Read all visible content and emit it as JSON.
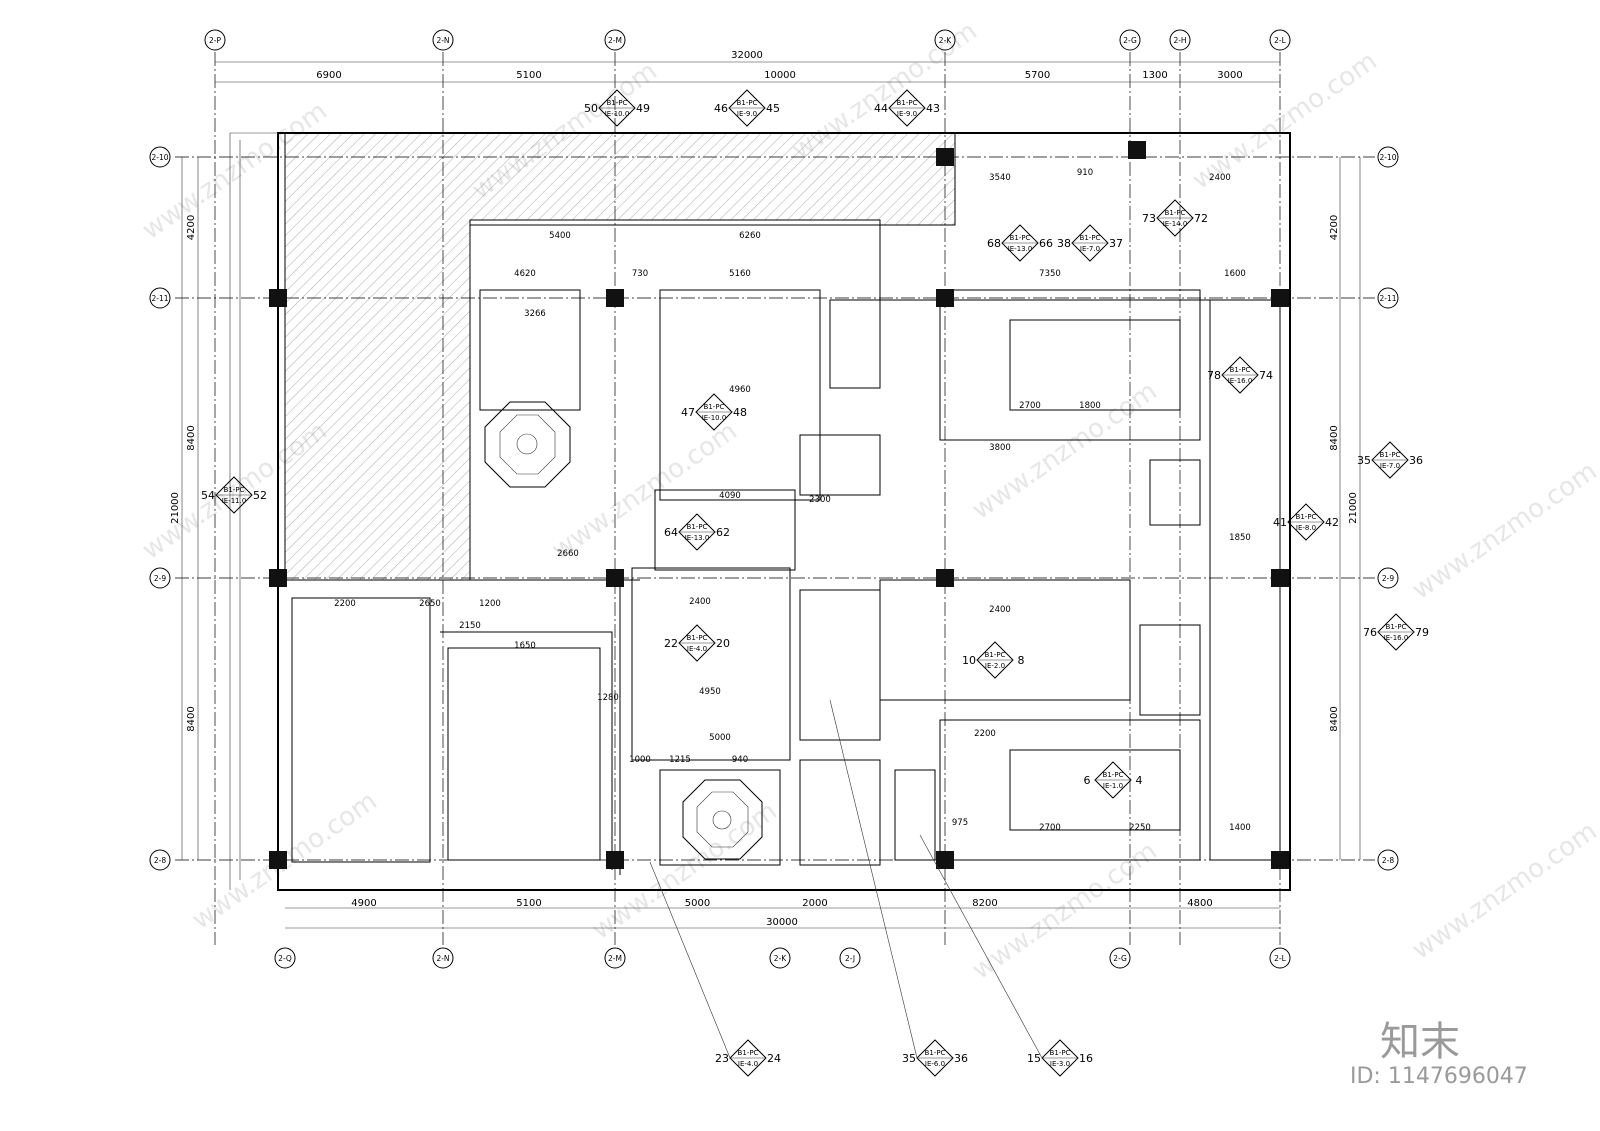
{
  "drawing": {
    "grid_top": [
      "2-P",
      "2-N",
      "2-M",
      "2-K",
      "2-G",
      "2-H",
      "2-L"
    ],
    "grid_bottom": [
      "2-Q",
      "2-N",
      "2-M",
      "2-K",
      "2-J",
      "2-G",
      "2-L"
    ],
    "grid_left": [
      "2-10",
      "2-11",
      "2-9",
      "2-8"
    ],
    "top_total": "32000",
    "top_dims": [
      "6900",
      "5100",
      "10000",
      "5700",
      "1300",
      "3000"
    ],
    "bottom_total": "30000",
    "bottom_dims": [
      "4900",
      "5100",
      "5000",
      "2000",
      "8200",
      "4800"
    ],
    "left_total": "21000",
    "left_dims": [
      "4200",
      "8400",
      "8400"
    ],
    "right_total": "21000",
    "right_dims": [
      "4200",
      "8400",
      "8400"
    ],
    "interior_dims": [
      "5400",
      "6260",
      "4620",
      "5160",
      "730",
      "3266",
      "4960",
      "4090",
      "2300",
      "2660",
      "2200",
      "2650",
      "1200",
      "2150",
      "1650",
      "2400",
      "4950",
      "1280",
      "1000",
      "1215",
      "940",
      "5000",
      "7350",
      "2700",
      "1800",
      "3800",
      "2400",
      "2200",
      "975",
      "3540",
      "2400",
      "1600",
      "1850",
      "1400",
      "2700",
      "2250",
      "910"
    ]
  },
  "ref_tags": [
    {
      "a": "50",
      "b": "49",
      "l1": "B1-PC",
      "l2": "IE-10.0"
    },
    {
      "a": "46",
      "b": "45",
      "l1": "B1-PC",
      "l2": "IE-9.0"
    },
    {
      "a": "44",
      "b": "43",
      "l1": "B1-PC",
      "l2": "IE-9.0"
    },
    {
      "a": "68",
      "b": "66",
      "l1": "B1-PC",
      "l2": "IE-13.0"
    },
    {
      "a": "38",
      "b": "37",
      "l1": "B1-PC",
      "l2": "IE-7.0"
    },
    {
      "a": "73",
      "b": "72",
      "l1": "B1-PC",
      "l2": "IE-14.0"
    },
    {
      "a": "54",
      "b": "52",
      "l1": "B1-PC",
      "l2": "IE-11.0"
    },
    {
      "a": "47",
      "b": "48",
      "l1": "B1-PC",
      "l2": "IE-10.0"
    },
    {
      "a": "64",
      "b": "62",
      "l1": "B1-PC",
      "l2": "IE-13.0"
    },
    {
      "a": "22",
      "b": "20",
      "l1": "B1-PC",
      "l2": "IE-4.0"
    },
    {
      "a": "10",
      "b": "8",
      "l1": "B1-PC",
      "l2": "IE-2.0"
    },
    {
      "a": "6",
      "b": "4",
      "l1": "B1-PC",
      "l2": "IE-1.0"
    },
    {
      "a": "78",
      "b": "74",
      "l1": "B1-PC",
      "l2": "IE-16.0"
    },
    {
      "a": "35",
      "b": "36",
      "l1": "B1-PC",
      "l2": "IE-7.0"
    },
    {
      "a": "41",
      "b": "42",
      "l1": "B1-PC",
      "l2": "IE-8.0"
    },
    {
      "a": "76",
      "b": "79",
      "l1": "B1-PC",
      "l2": "IE-16.0"
    },
    {
      "a": "23",
      "b": "24",
      "l1": "B1-PC",
      "l2": "IE-4.0"
    },
    {
      "a": "35",
      "b": "36",
      "l1": "B1-PC",
      "l2": "IE-6.0"
    },
    {
      "a": "15",
      "b": "16",
      "l1": "B1-PC",
      "l2": "IE-3.0"
    }
  ],
  "watermark": "www.znzmo.com",
  "brand": "知末",
  "brand_id": "ID: 1147696047"
}
